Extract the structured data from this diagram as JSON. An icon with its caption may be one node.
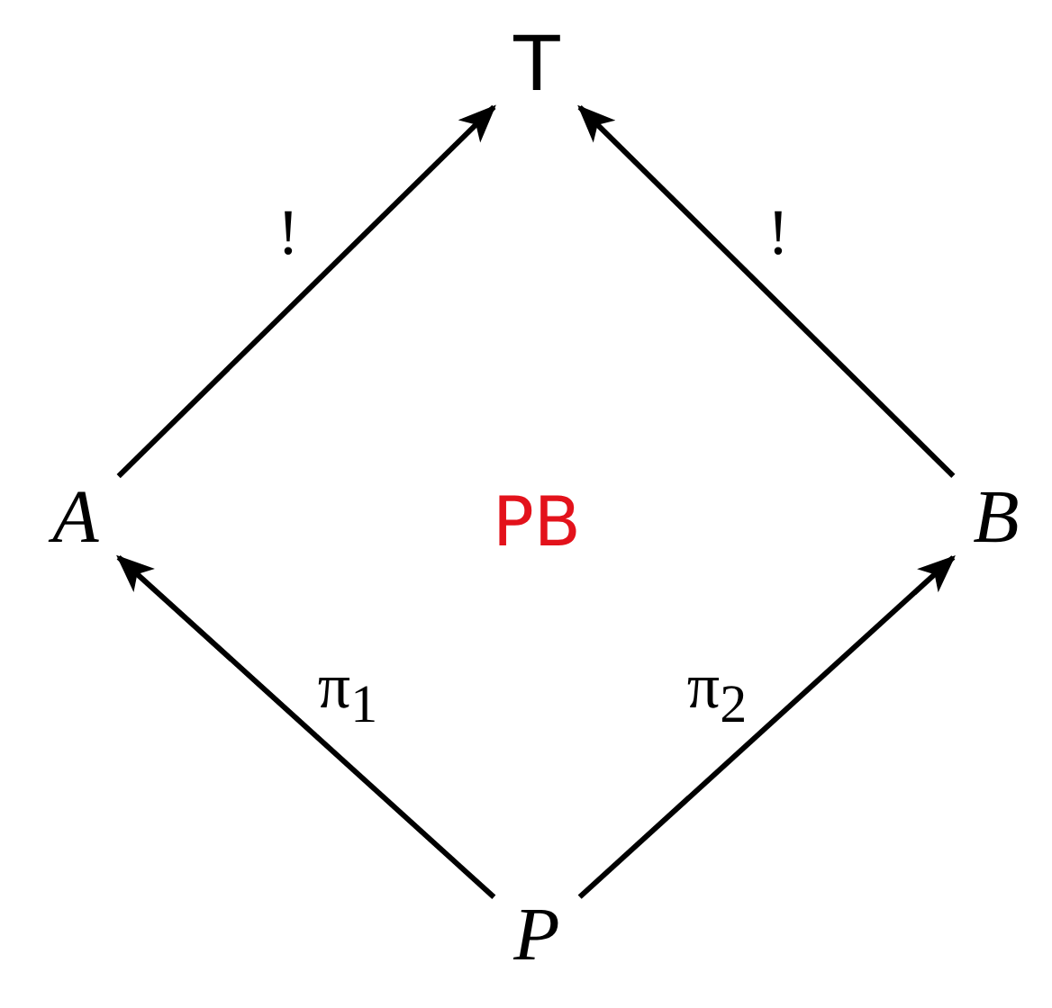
{
  "diagram": {
    "nodes": [
      {
        "text": [
          "T"
        ]
      },
      {
        "text": [
          "A"
        ]
      },
      {
        "text": [
          "B"
        ]
      },
      {
        "text": [
          "P"
        ]
      }
    ],
    "edges": [
      {
        "from": 1,
        "to": 0,
        "arrow": "to",
        "label": "!"
      },
      {
        "from": 2,
        "to": 0,
        "arrow": "to",
        "label": "!"
      },
      {
        "from": 3,
        "to": 1,
        "arrow": "to",
        "label": "π$_{1}$"
      },
      {
        "from": 3,
        "to": 2,
        "arrow": "to",
        "label": "π$_{2}$"
      }
    ],
    "labels": [
      "PB"
    ]
  }
}
